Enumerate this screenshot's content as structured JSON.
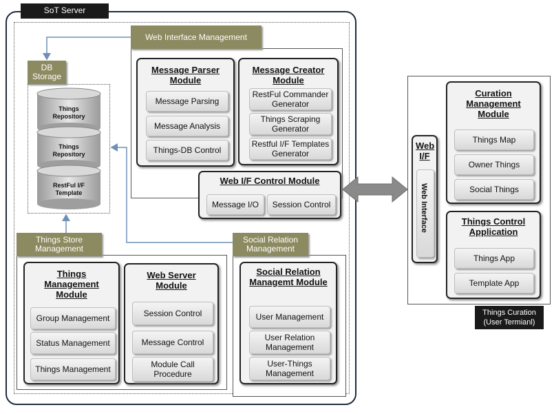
{
  "server": {
    "title": "SoT Server"
  },
  "web_interface_mgmt": {
    "label": "Web Interface Management",
    "message_parser": {
      "title": "Message Parser Module",
      "items": [
        "Message Parsing",
        "Message Analysis",
        "Things-DB Control"
      ]
    },
    "message_creator": {
      "title": "Message Creator Module",
      "items": [
        "RestFul Commander Generator",
        "Things Scraping Generator",
        "Restful I/F Templates Generator"
      ]
    },
    "web_if_control": {
      "title": "Web I/F Control Module",
      "items": [
        "Message I/O",
        "Session Control"
      ]
    }
  },
  "db_storage": {
    "label": "DB Storage",
    "cylinders": [
      "Things Repository",
      "Things Repository",
      "RestFul I/F Template"
    ]
  },
  "things_store_mgmt": {
    "label": "Things Store Management",
    "things_mgmt": {
      "title": "Things Management Module",
      "items": [
        "Group Management",
        "Status Management",
        "Things Management"
      ]
    },
    "web_server": {
      "title": "Web Server Module",
      "items": [
        "Session Control",
        "Message Control",
        "Module Call Procedure"
      ]
    }
  },
  "social_relation_mgmt": {
    "label": "Social Relation Management",
    "module": {
      "title": "Social Relation Managemt Module",
      "items": [
        "User Management",
        "User Relation Management",
        "User-Things Management"
      ]
    }
  },
  "client": {
    "web_if": {
      "title": "Web I/F",
      "vertical_label": "Web Interface"
    },
    "curation": {
      "title": "Curation Management Module",
      "items": [
        "Things Map",
        "Owner Things",
        "Social Things"
      ]
    },
    "things_control": {
      "title": "Things Control Application",
      "items": [
        "Things App",
        "Template App"
      ]
    },
    "caption": "Things Curation (User Termianl)"
  }
}
